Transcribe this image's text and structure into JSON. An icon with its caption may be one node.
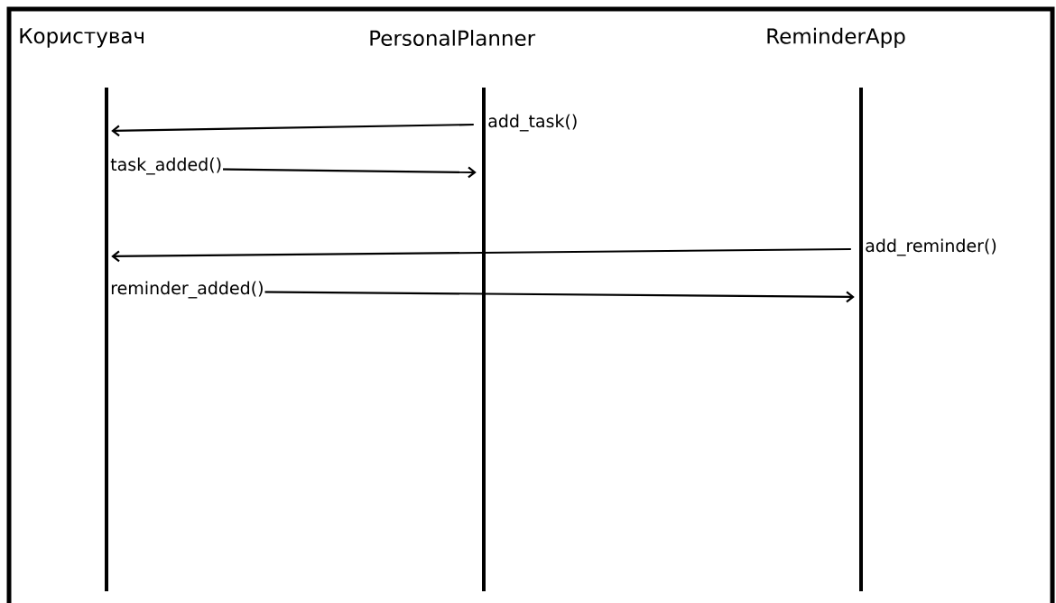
{
  "diagram": {
    "nodes": [
      {
        "text": [
          "Користувач"
        ]
      },
      {
        "text": [
          "PersonalPlanner"
        ]
      },
      {
        "text": [
          "ReminderApp"
        ]
      }
    ],
    "edges": [
      {
        "from": 1,
        "to": 0,
        "arrow": "to",
        "label": "add_task()"
      },
      {
        "from": 0,
        "to": 1,
        "arrow": "to",
        "label": "task_added()"
      },
      {
        "from": 2,
        "to": 0,
        "arrow": "to",
        "label": "add_reminder()"
      },
      {
        "from": 0,
        "to": 2,
        "arrow": "to",
        "label": "reminder_added()"
      }
    ]
  }
}
